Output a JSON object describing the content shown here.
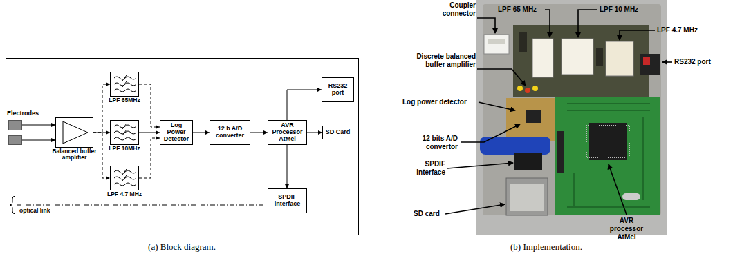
{
  "diagram": {
    "nodes": [
      {
        "text": [
          "Electrodes"
        ]
      },
      {
        "text": [
          "Balanced buffer amplifier"
        ]
      },
      {
        "text": [
          "LPF 65MHz"
        ]
      },
      {
        "text": [
          "LPF 10MHz"
        ]
      },
      {
        "text": [
          "LPF 4.7 MHz"
        ]
      },
      {
        "text": [
          "Log Power Detector"
        ]
      },
      {
        "text": [
          "12 b A/D converter"
        ]
      },
      {
        "text": [
          "AVR Processor AtMel"
        ]
      },
      {
        "text": [
          "RS232 port"
        ]
      },
      {
        "text": [
          "SD Card"
        ]
      },
      {
        "text": [
          "SPDIF interface"
        ]
      }
    ],
    "edges": [
      {
        "from": 0,
        "to": 1,
        "arrow": "to"
      },
      {
        "from": 0,
        "to": 1,
        "arrow": "to"
      },
      {
        "from": 1,
        "to": 2,
        "arrow": "to"
      },
      {
        "from": 1,
        "to": 3,
        "arrow": "to"
      },
      {
        "from": 1,
        "to": 4,
        "arrow": "to"
      },
      {
        "from": 2,
        "to": 5,
        "arrow": "to"
      },
      {
        "from": 3,
        "to": 5,
        "arrow": "to"
      },
      {
        "from": 4,
        "to": 5,
        "arrow": "to"
      },
      {
        "from": 5,
        "to": 6,
        "arrow": "to"
      },
      {
        "from": 6,
        "to": 7,
        "arrow": "to"
      },
      {
        "from": 7,
        "to": 8,
        "arrow": "to"
      },
      {
        "from": 7,
        "to": 9,
        "arrow": "to"
      },
      {
        "from": 7,
        "to": 10,
        "arrow": "to"
      }
    ],
    "labels": [
      "optical link",
      "(a) Block diagram.",
      "LPF 65 MHz",
      "LPF 10 MHz",
      "LPF 4.7 MHz",
      "Coupler connector",
      "Discrete balanced buffer amplifier",
      "RS232 port",
      "Log power detector",
      "12 bits A/D convertor",
      "SPDIF interface",
      "SD card",
      "AVR processor AtMel",
      "(b) Implementation."
    ]
  }
}
